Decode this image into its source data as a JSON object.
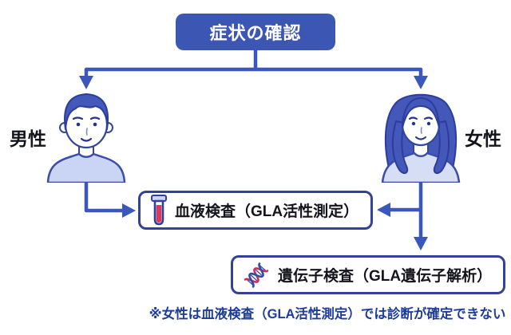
{
  "diagram": {
    "title": "症状の確認",
    "male_label": "男性",
    "female_label": "女性",
    "blood_test_label": "血液検査（GLA活性測定）",
    "genetic_test_label": "遺伝子検査（GLA遺伝子解析）",
    "footnote": "※女性は血液検査（GLA活性測定）では診断が確定できない"
  },
  "icons": {
    "blood_test": "test-tube-icon",
    "genetic_test": "dna-icon",
    "male": "male-person-icon",
    "female": "female-person-icon"
  },
  "colors": {
    "primary_blue": "#3C56B4",
    "arrow_blue": "#3A57BC",
    "box_border_blue": "#32429A",
    "text_black": "#14141C",
    "footnote_blue": "#1E3C99",
    "blood_red": "#D93A5F",
    "hair_blue": "#4358B8",
    "shirt_light_blue": "#CAD4F4",
    "background": "#FFFFFF"
  }
}
